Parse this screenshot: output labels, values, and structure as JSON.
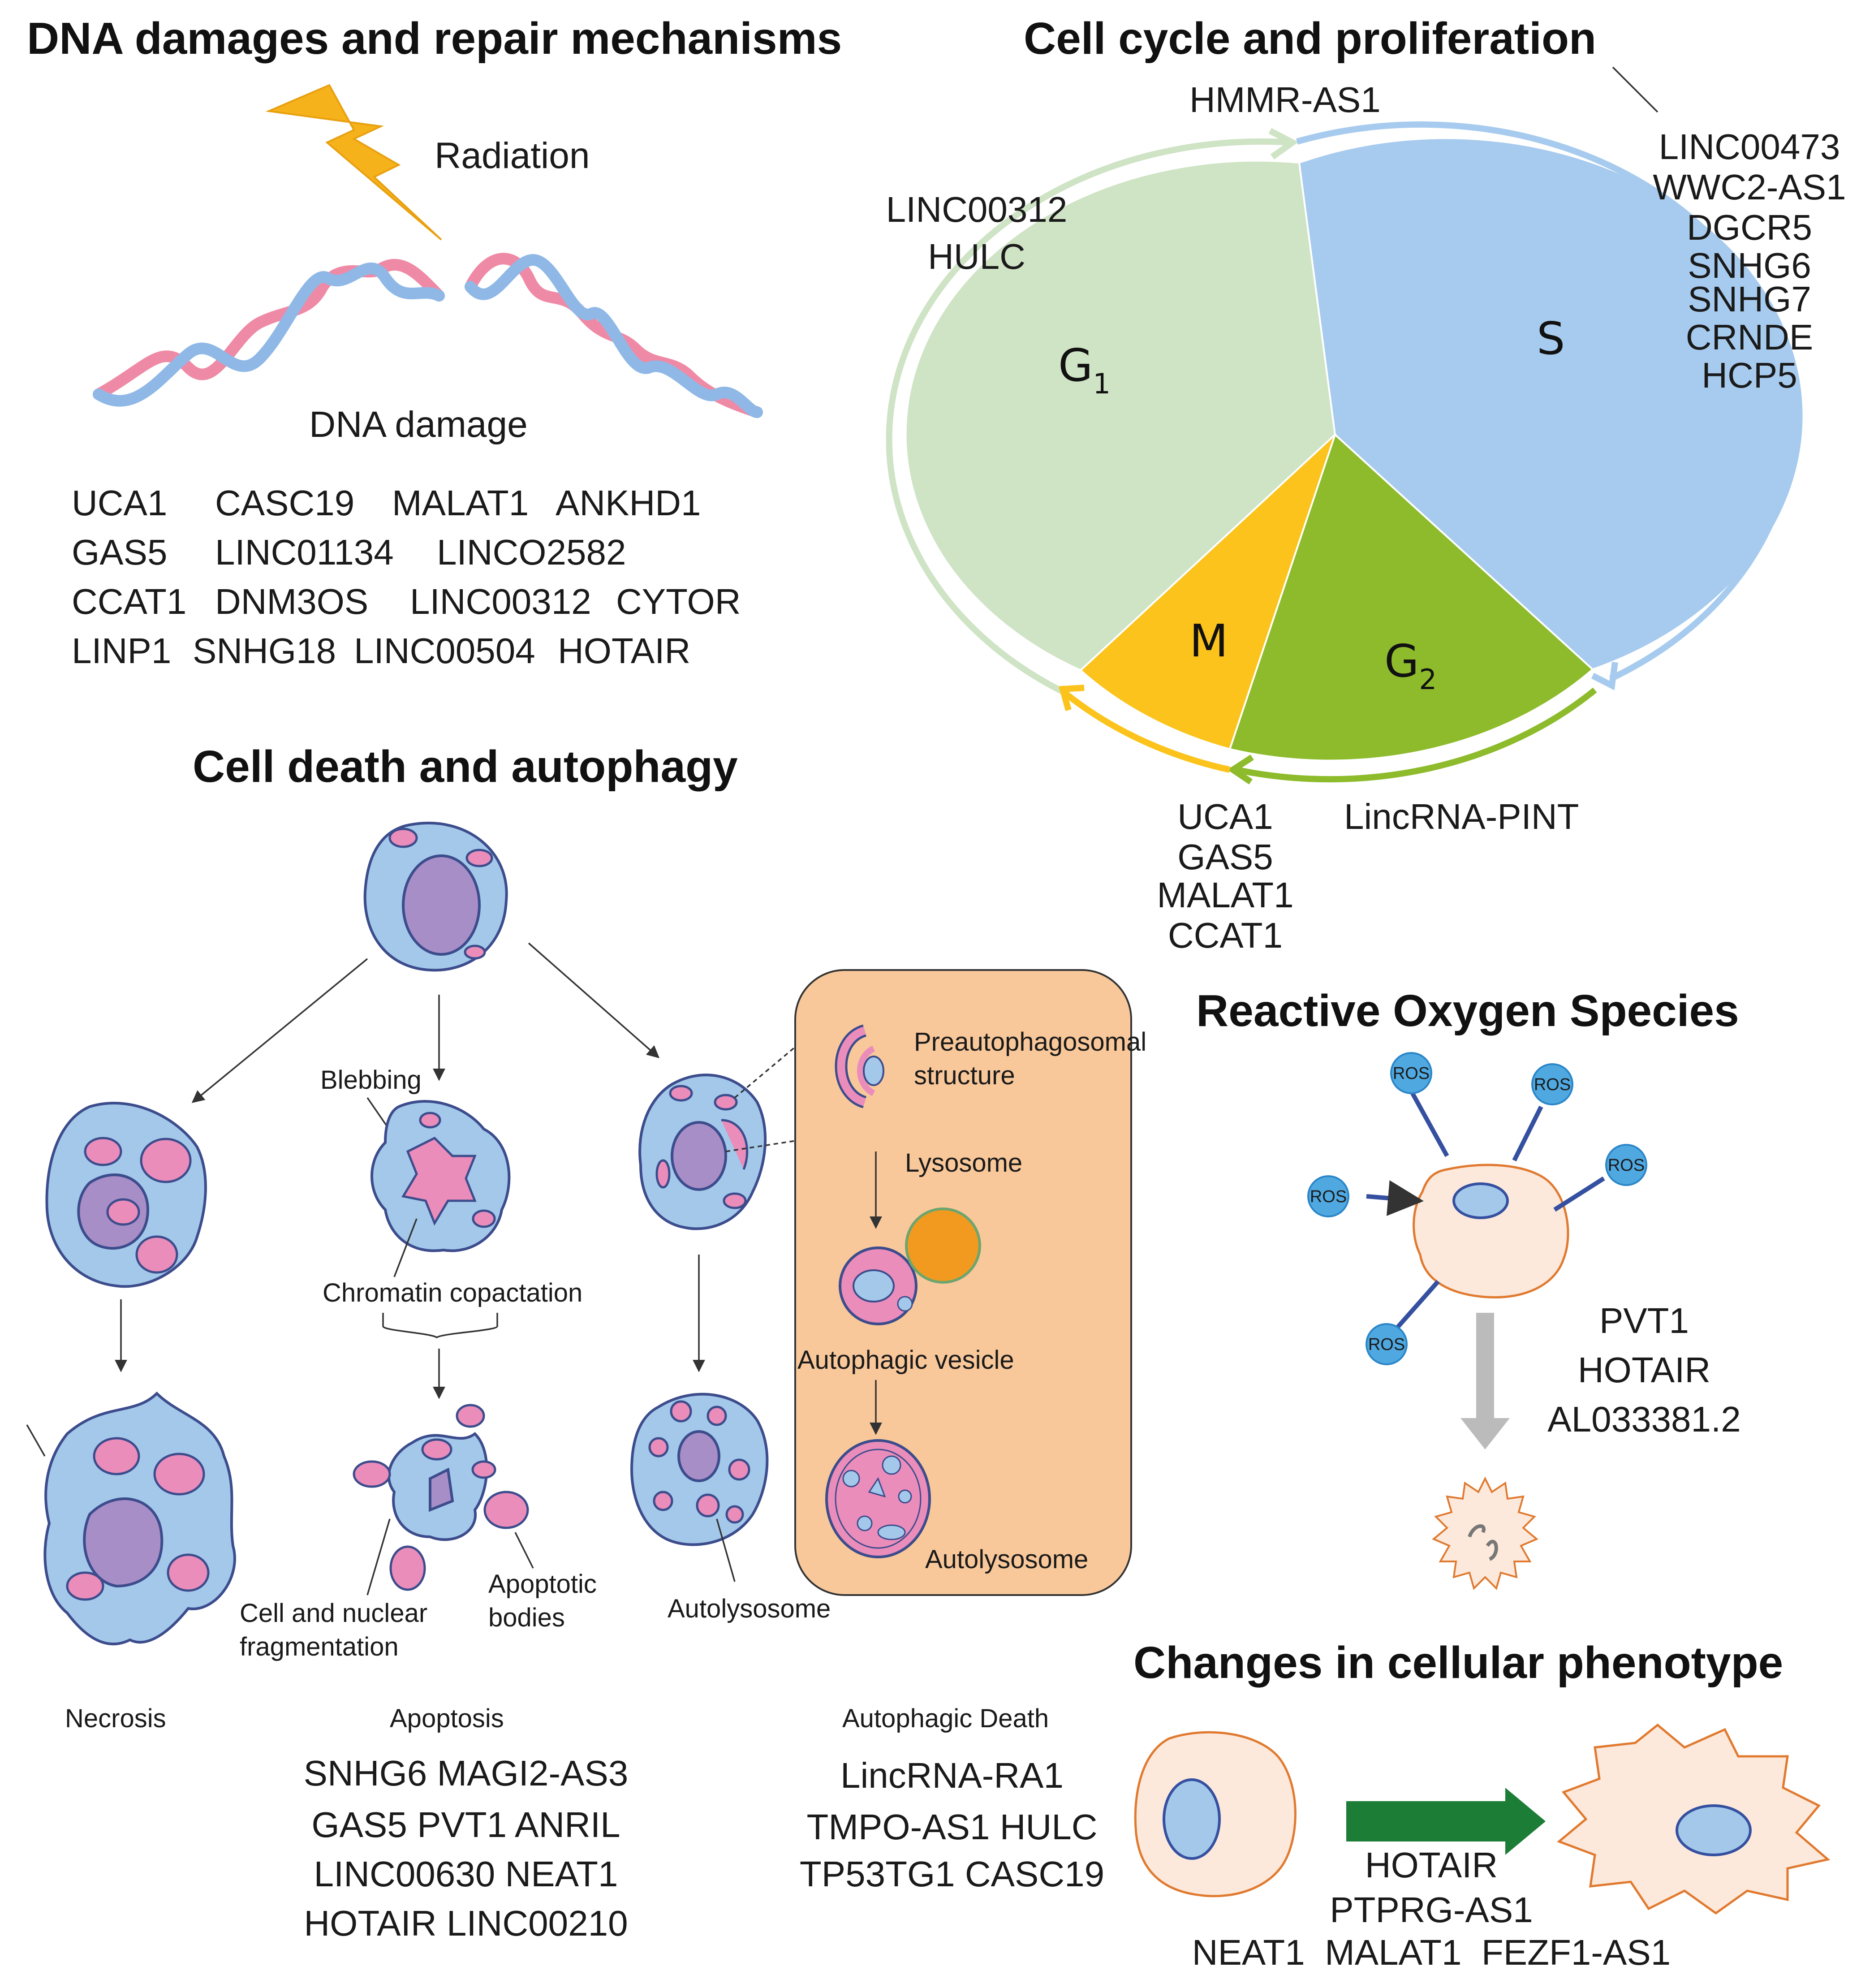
{
  "sections": {
    "dna": {
      "title": "DNA damages and repair mechanisms",
      "radiation_label": "Radiation",
      "damage_label": "DNA damage",
      "genes": [
        [
          "UCA1",
          "CASC19",
          "MALAT1",
          "ANKHD1"
        ],
        [
          "GAS5",
          "LINC01134",
          "LINCO2582"
        ],
        [
          "CCAT1",
          "DNM3OS",
          "LINC00312",
          "CYTOR"
        ],
        [
          "LINP1",
          "SNHG18",
          "LINC00504",
          "HOTAIR"
        ]
      ]
    },
    "cycle": {
      "title": "Cell cycle and proliferation",
      "phases": {
        "g1": {
          "main": "G",
          "sub": "1"
        },
        "s": {
          "main": "S"
        },
        "m": {
          "main": "M"
        },
        "g2": {
          "main": "G",
          "sub": "2"
        }
      },
      "labels": {
        "top": "HMMR-AS1",
        "left": [
          "LINC00312",
          "HULC"
        ],
        "right": [
          "LINC00473",
          "WWC2-AS1",
          "DGCR5",
          "SNHG6",
          "SNHG7",
          "CRNDE",
          "HCP5"
        ],
        "bottom_left": [
          "UCA1",
          "GAS5",
          "MALAT1",
          "CCAT1"
        ],
        "bottom_right": "LincRNA-PINT"
      },
      "colors": {
        "g1": "#cfe3c5",
        "s": "#a7cbee",
        "m": "#fbc31b",
        "g2": "#8dbb2b"
      }
    },
    "death": {
      "title": "Cell death and autophagy",
      "annotations": {
        "blebbing": "Blebbing",
        "chromatin": "Chromatin copactation",
        "fragmentation": [
          "Cell and nuclear",
          "fragmentation"
        ],
        "apoptotic_bodies": [
          "Apoptotic",
          "bodies"
        ],
        "autolysosome": "Autolysosome"
      },
      "inset": {
        "preautophagosomal": [
          "Preautophagosomal",
          "structure"
        ],
        "lysosome": "Lysosome",
        "autophagic_vesicle": "Autophagic vesicle",
        "autolysosome": "Autolysosome"
      },
      "types": {
        "necrosis": {
          "label": "Necrosis"
        },
        "apoptosis": {
          "label": "Apoptosis",
          "genes": [
            [
              "SNHG6",
              "MAGI2-AS3"
            ],
            [
              "GAS5",
              "PVT1",
              "ANRIL"
            ],
            [
              "LINC00630",
              "NEAT1"
            ],
            [
              "HOTAIR",
              "LINC00210"
            ]
          ]
        },
        "autophagic": {
          "label": "Autophagic Death",
          "genes": [
            [
              "LincRNA-RA1"
            ],
            [
              "TMPO-AS1",
              "HULC"
            ],
            [
              "TP53TG1",
              "CASC19"
            ]
          ]
        }
      }
    },
    "ros": {
      "title": "Reactive Oxygen Species",
      "bubble_label": "ROS",
      "genes": [
        "PVT1",
        "HOTAIR",
        "AL033381.2"
      ]
    },
    "phenotype": {
      "title": "Changes in cellular phenotype",
      "genes": [
        "HOTAIR",
        "PTPRG-AS1",
        "NEAT1  MALAT1  FEZF1-AS1"
      ]
    }
  }
}
